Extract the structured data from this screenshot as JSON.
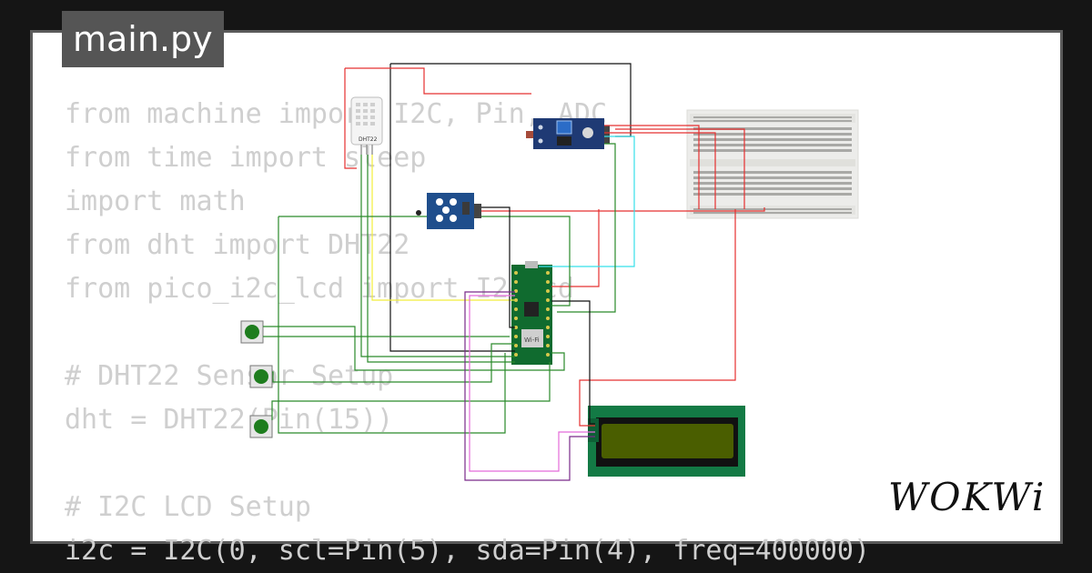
{
  "tab": {
    "label": "main.py"
  },
  "code_lines": [
    "from machine import I2C, Pin, ADC",
    "from time import sleep",
    "import math",
    "from dht import DHT22",
    "from pico_i2c_lcd import I2cLcd",
    "",
    "# DHT22 Sensor Setup",
    "dht = DHT22(Pin(15))",
    "",
    "# I2C LCD Setup",
    "i2c = I2C(0, scl=Pin(5), sda=Pin(4), freq=400000)"
  ],
  "components": {
    "dht22_label": "DHT22",
    "pico_label": "Wi-Fi"
  },
  "logo": {
    "text": "WOKWi"
  },
  "colors": {
    "background": "#151515",
    "card": "#ffffff",
    "code": "#cfcfcf",
    "tab": "#555555",
    "lcd_frame": "#137a45",
    "lcd_screen": "#4a5e00"
  }
}
